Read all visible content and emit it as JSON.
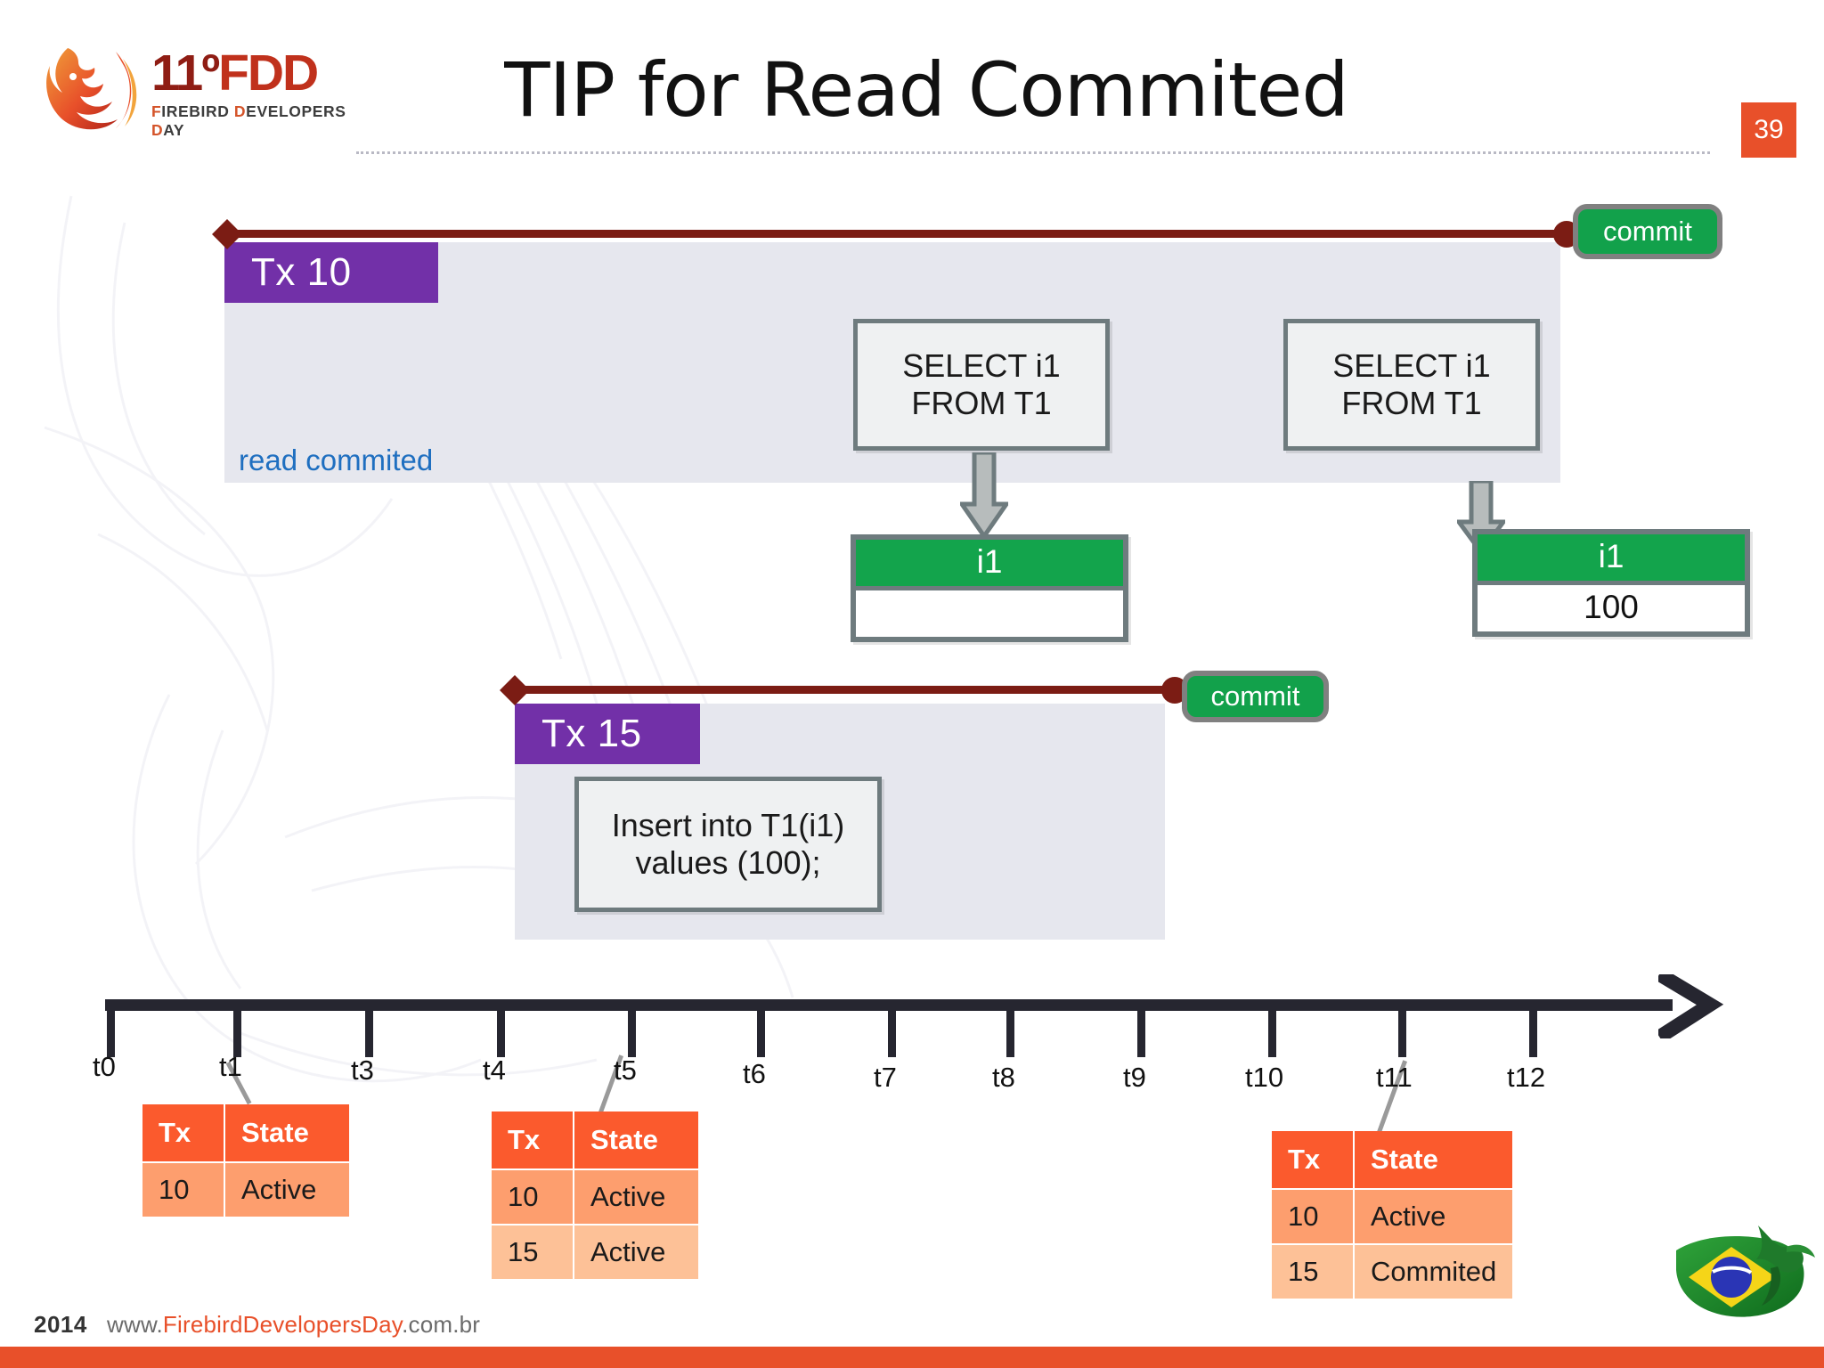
{
  "header": {
    "logo_main_number": "11º",
    "logo_main_fdd": "FDD",
    "logo_sub_f": "F",
    "logo_sub_text": "IREBIRD ",
    "logo_sub_d": "D",
    "logo_sub_text2": "EVELOPERS ",
    "logo_sub_d2": "D",
    "logo_sub_text3": "AY",
    "title": "TIP for Read Commited",
    "page_number": "39"
  },
  "colors": {
    "accent_orange": "#e8502a",
    "tx_purple": "#7230a8",
    "tx_line_red": "#7b1c14",
    "commit_green": "#12a14b",
    "result_header_green": "#13a44c",
    "iso_blue": "#1f6fc0",
    "block_bg": "#e6e7ee",
    "table_header_orange": "#fb5a2d",
    "table_row_a": "#fd9e6e",
    "table_row_b": "#fdc197",
    "timeline_dark": "#262630"
  },
  "tx10": {
    "label": "Tx 10",
    "isolation": "read commited",
    "commit_label": "commit",
    "statements": [
      {
        "line1": "SELECT i1",
        "line2": "FROM T1"
      },
      {
        "line1": "SELECT i1",
        "line2": "FROM T1"
      }
    ],
    "results": [
      {
        "header": "i1",
        "value": ""
      },
      {
        "header": "i1",
        "value": "100"
      }
    ]
  },
  "tx15": {
    "label": "Tx 15",
    "commit_label": "commit",
    "statement": {
      "line1": "Insert into T1(i1)",
      "line2": "values (100);"
    }
  },
  "timeline": {
    "ticks": [
      "t0",
      "t1",
      "t3",
      "t4",
      "t5",
      "t6",
      "t7",
      "t8",
      "t9",
      "t10",
      "t11",
      "t12"
    ]
  },
  "state_tables": [
    {
      "headers": [
        "Tx",
        "State"
      ],
      "rows": [
        [
          "10",
          "Active"
        ]
      ]
    },
    {
      "headers": [
        "Tx",
        "State"
      ],
      "rows": [
        [
          "10",
          "Active"
        ],
        [
          "15",
          "Active"
        ]
      ]
    },
    {
      "headers": [
        "Tx",
        "State"
      ],
      "rows": [
        [
          "10",
          "Active"
        ],
        [
          "15",
          "Commited"
        ]
      ]
    }
  ],
  "footer": {
    "year": "2014",
    "url_prefix": "www.",
    "url_brand": "FirebirdDevelopersDay",
    "url_suffix": ".com.br"
  }
}
